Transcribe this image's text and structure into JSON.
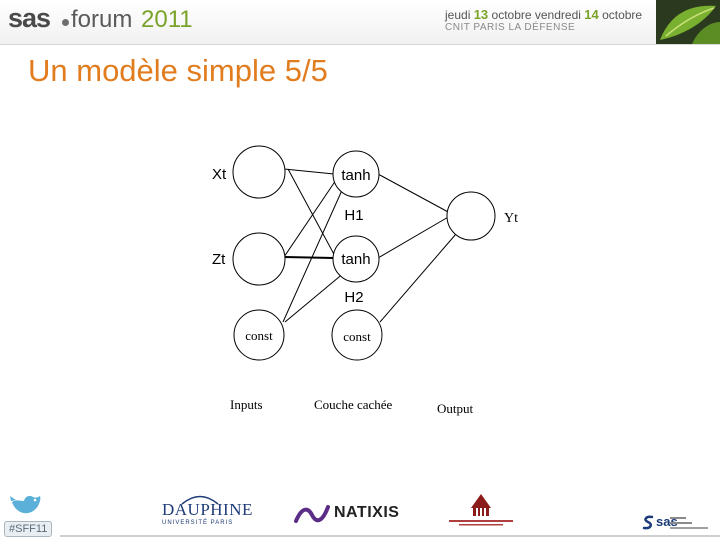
{
  "header": {
    "brand_sas": "sas",
    "brand_forum": "forum",
    "brand_year": "2011",
    "date1_prefix": "jeudi",
    "date1_num": "13",
    "date1_suffix": "octobre vendredi",
    "date2_num": "14",
    "date2_suffix": "octobre",
    "venue": "CNIT PARIS LA DÉFENSE"
  },
  "slide": {
    "title": "Un modèle simple 5/5"
  },
  "diagram": {
    "nodes": {
      "xt": "Xt",
      "zt": "Zt",
      "const_input": "const",
      "h1_fn": "tanh",
      "h1_label": "H1",
      "h2_fn": "tanh",
      "h2_label": "H2",
      "const_hidden": "const",
      "yt": "Yt"
    },
    "columns": {
      "inputs": "Inputs",
      "hidden": "Couche cachée",
      "output": "Output"
    }
  },
  "footer": {
    "hashtag": "#SFF11",
    "dauphine_name": "DAUPHINE",
    "dauphine_sub": "UNIVERSITÉ PARIS",
    "natixis": "NATIXIS",
    "sas_small": "sas"
  },
  "colors": {
    "title_orange": "#e27d1f",
    "brand_green": "#7aa32a",
    "dauphine_blue": "#1f3b78",
    "natixis_purple": "#5b2d86"
  }
}
